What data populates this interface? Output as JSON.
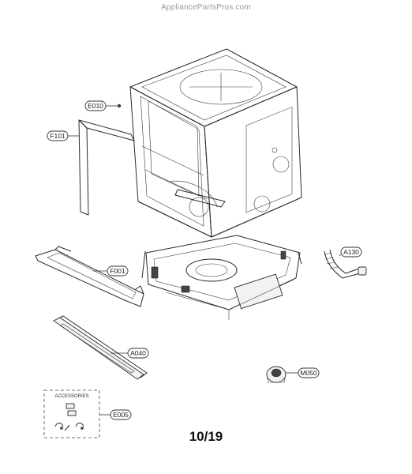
{
  "watermark": "AppliancePartsPros.com",
  "page_number": "10/19",
  "accessories_label": "ACCESSORIES",
  "callouts": {
    "e010": "E010",
    "f101": "F101",
    "f001": "F001",
    "a040": "A040",
    "a130": "A130",
    "m050": "M050",
    "e005": "E005"
  }
}
